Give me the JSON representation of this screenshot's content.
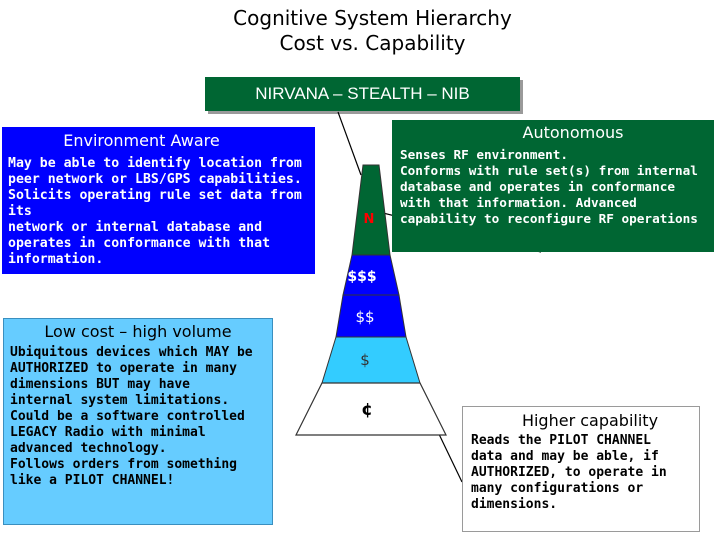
{
  "title": {
    "line1": "Cognitive System Hierarchy",
    "line2": "Cost vs. Capability"
  },
  "top_banner": "NIRVANA – STEALTH – NIB",
  "environment_aware": {
    "heading": "Environment Aware",
    "text": "May be able to identify location from\npeer network or LBS/GPS capabilities.\nSolicits operating rule set data from its\nnetwork or internal database and\noperates in conformance with that\ninformation."
  },
  "autonomous": {
    "heading": "Autonomous",
    "text": "Senses RF environment.\nConforms with rule set(s) from internal\ndatabase and operates in conformance\nwith that information. Advanced\ncapability to reconfigure RF operations"
  },
  "low_cost": {
    "heading": "Low cost – high volume",
    "text": "Ubiquitous devices which MAY be\nAUTHORIZED to operate in many\ndimensions BUT may have\ninternal system limitations.\nCould be a software controlled\nLEGACY Radio with minimal\nadvanced technology.\nFollows orders from something\nlike a PILOT CHANNEL!"
  },
  "higher_capability": {
    "heading": "Higher capability",
    "text": "Reads the PILOT CHANNEL\ndata and may be able, if\nAUTHORIZED, to operate in\nmany configurations or\ndimensions."
  },
  "pyramid": {
    "tiers": [
      {
        "label": "N",
        "color": "#006633",
        "text_color": "#ff0000"
      },
      {
        "label": "$$$",
        "color": "#0000ff",
        "text_color": "#ffffff"
      },
      {
        "label": "$$",
        "color": "#0000ff",
        "text_color": "#ffffff"
      },
      {
        "label": "$",
        "color": "#33ccff",
        "text_color": "#333333"
      },
      {
        "label": "¢",
        "color": "#ffffff",
        "text_color": "#000000"
      }
    ]
  },
  "colors": {
    "dark_green": "#006633",
    "blue": "#0000ff",
    "light_blue": "#66ccff"
  }
}
